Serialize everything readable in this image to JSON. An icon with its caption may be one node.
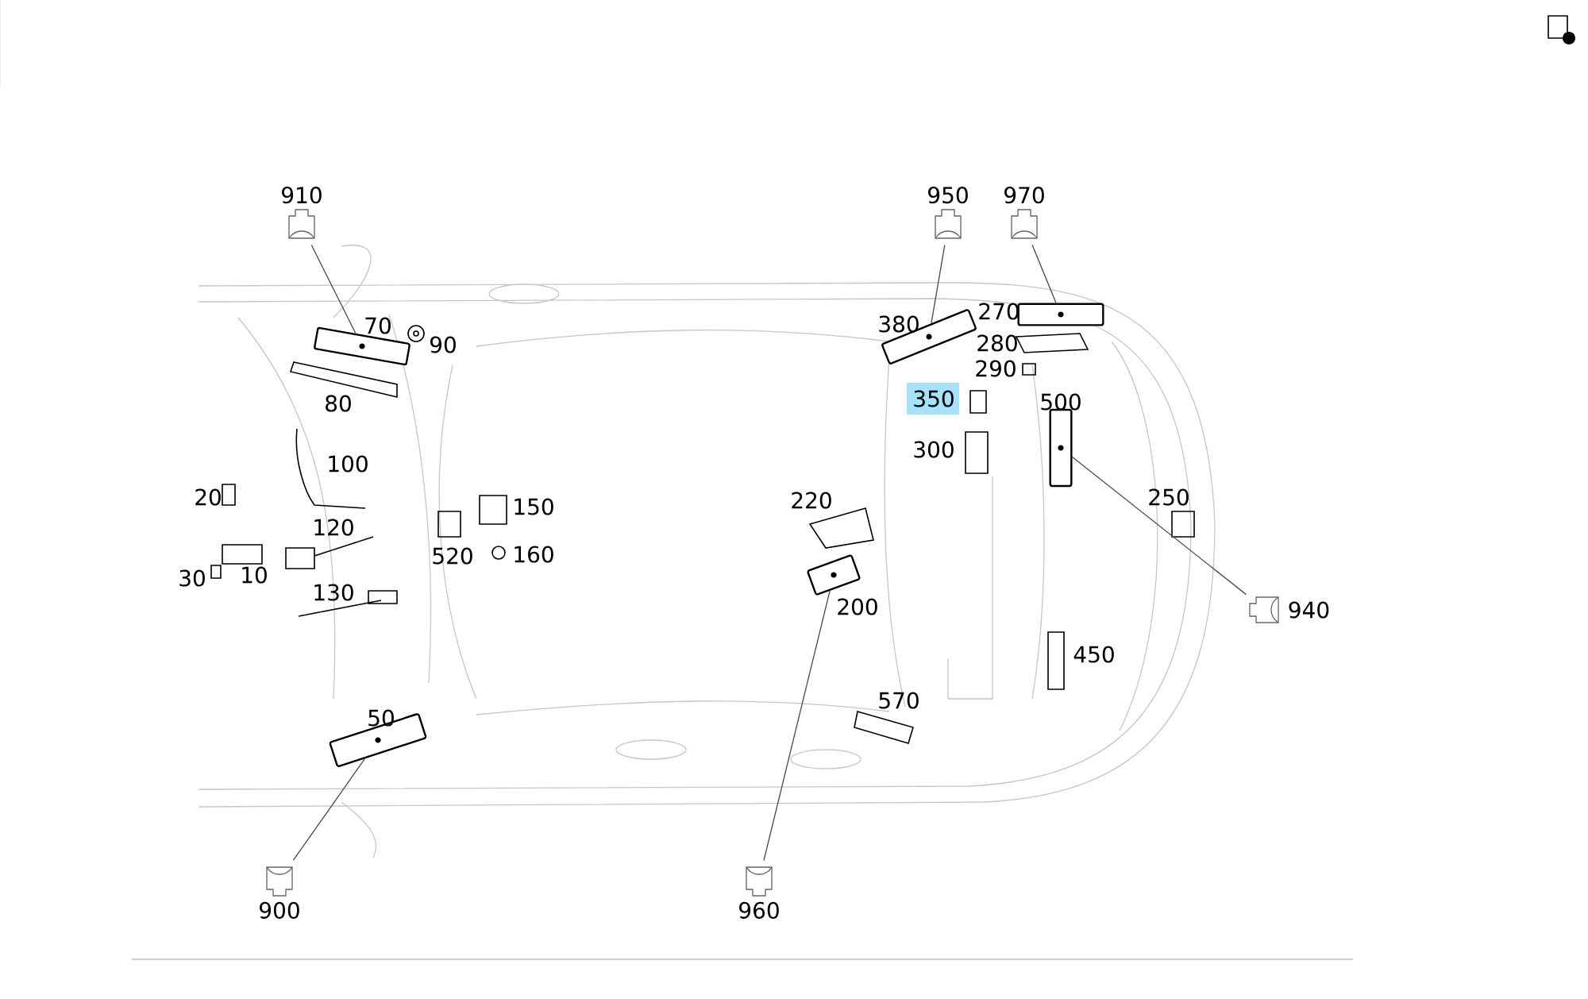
{
  "diagram": {
    "nodes": [
      {
        "text": [
          "910"
        ]
      },
      {
        "text": [],
        "shape": "picture",
        "beside": [
          "70"
        ]
      },
      {
        "text": [
          "950"
        ]
      },
      {
        "text": [],
        "shape": "picture",
        "beside": [
          "380"
        ]
      },
      {
        "text": [
          "970"
        ]
      },
      {
        "text": [],
        "shape": "picture",
        "beside": [
          "270"
        ]
      },
      {
        "text": [
          "940"
        ]
      },
      {
        "text": [],
        "shape": "picture",
        "beside": [
          "500"
        ]
      },
      {
        "text": [
          "900"
        ]
      },
      {
        "text": [],
        "shape": "picture",
        "beside": [
          "50"
        ]
      },
      {
        "text": [
          "960"
        ]
      },
      {
        "text": [],
        "shape": "picture",
        "beside": [
          "200"
        ]
      }
    ],
    "edges": [
      {
        "from": 0,
        "to": 1,
        "arrow": "none"
      },
      {
        "from": 2,
        "to": 3,
        "arrow": "none"
      },
      {
        "from": 4,
        "to": 5,
        "arrow": "none"
      },
      {
        "from": 6,
        "to": 7,
        "arrow": "none"
      },
      {
        "from": 8,
        "to": 9,
        "arrow": "none"
      },
      {
        "from": 10,
        "to": 11,
        "arrow": "none"
      }
    ],
    "labels": [
      "90",
      "80",
      "100",
      "20",
      "120",
      "30",
      "10",
      "130",
      "520",
      "150",
      "160",
      "280",
      "290",
      "350",
      "300",
      "220",
      "250",
      "450",
      "570"
    ]
  }
}
